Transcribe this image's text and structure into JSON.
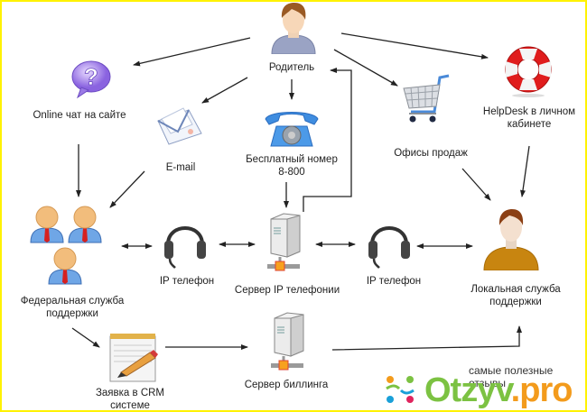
{
  "diagram": {
    "nodes": {
      "parent": {
        "label": "Родитель",
        "icon": "user-icon"
      },
      "chat": {
        "label": "Online чат на сайте",
        "icon": "question-bubble-icon"
      },
      "email": {
        "label": "E-mail",
        "icon": "envelope-icon"
      },
      "phone": {
        "label_line1": "Бесплатный номер",
        "label_line2": "8-800",
        "icon": "telephone-icon"
      },
      "sales": {
        "label": "Офисы продаж",
        "icon": "shopping-cart-icon"
      },
      "helpdesk": {
        "label_line1": "HelpDesk в личном",
        "label_line2": "кабинете",
        "icon": "lifebuoy-icon"
      },
      "federal": {
        "label_line1": "Федеральная служба",
        "label_line2": "поддержки",
        "icon": "users-group-icon"
      },
      "ip_phone_left": {
        "label": "IP телефон",
        "icon": "headset-icon"
      },
      "ip_server": {
        "label": "Сервер IP телефонии",
        "icon": "server-icon"
      },
      "ip_phone_right": {
        "label": "IP телефон",
        "icon": "headset-icon"
      },
      "local": {
        "label_line1": "Локальная служба",
        "label_line2": "поддержки",
        "icon": "user-icon"
      },
      "crm": {
        "label_line1": "Заявка в CRM",
        "label_line2": "системе",
        "icon": "notepad-pencil-icon"
      },
      "billing": {
        "label": "Сервер биллинга",
        "icon": "server-icon"
      }
    },
    "edges": [
      {
        "from": "parent",
        "to": "chat"
      },
      {
        "from": "parent",
        "to": "email"
      },
      {
        "from": "parent",
        "to": "phone"
      },
      {
        "from": "parent",
        "to": "sales"
      },
      {
        "from": "parent",
        "to": "helpdesk"
      },
      {
        "from": "chat",
        "to": "federal"
      },
      {
        "from": "email",
        "to": "federal"
      },
      {
        "from": "phone",
        "to": "ip_server"
      },
      {
        "from": "ip_server",
        "to": "parent"
      },
      {
        "from": "sales",
        "to": "local"
      },
      {
        "from": "helpdesk",
        "to": "local"
      },
      {
        "from": "federal",
        "to": "ip_phone_left",
        "bidirectional": true
      },
      {
        "from": "ip_phone_left",
        "to": "ip_server",
        "bidirectional": true
      },
      {
        "from": "ip_server",
        "to": "ip_phone_right",
        "bidirectional": true
      },
      {
        "from": "ip_phone_right",
        "to": "local",
        "bidirectional": true
      },
      {
        "from": "federal",
        "to": "crm"
      },
      {
        "from": "crm",
        "to": "billing"
      },
      {
        "from": "billing",
        "to": "local"
      }
    ]
  },
  "watermark": {
    "tagline": "самые полезные отзывы",
    "brand_main": "Otzyv",
    "brand_tld": ".pro"
  },
  "colors": {
    "border": "#fff200",
    "brand_green": "#7cc242",
    "brand_orange": "#f39b1c"
  }
}
